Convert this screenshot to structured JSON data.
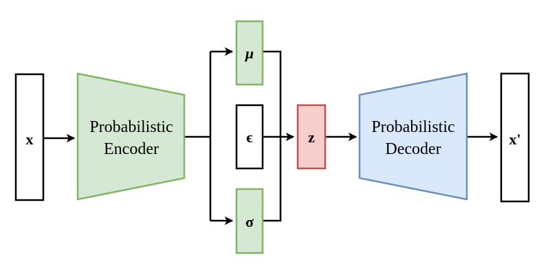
{
  "diagram": {
    "nodes": {
      "input": {
        "label": "x"
      },
      "encoder": {
        "line1": "Probabilistic",
        "line2": "Encoder"
      },
      "mu": {
        "label": "μ"
      },
      "epsilon": {
        "label": "ϵ"
      },
      "sigma": {
        "label": "σ"
      },
      "latent": {
        "label": "z"
      },
      "decoder": {
        "line1": "Probabilistic",
        "line2": "Decoder"
      },
      "output": {
        "label": "x'"
      }
    },
    "colors": {
      "encoder_fill": "#d5e8d4",
      "encoder_stroke": "#82b366",
      "decoder_fill": "#dae8fc",
      "decoder_stroke": "#6c8ebf",
      "latent_fill": "#f8cecc",
      "latent_stroke": "#b85450",
      "box_stroke": "#000000"
    }
  }
}
